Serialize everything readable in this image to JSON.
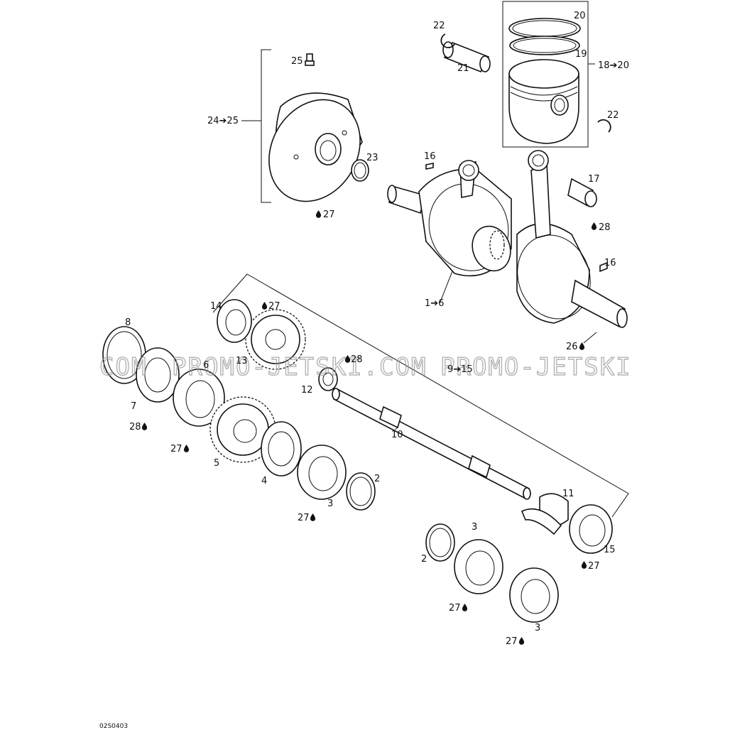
{
  "diagram_code": "02S0403",
  "watermark": {
    "left": "COM",
    "middle": "PROMO-JETSKI.COM",
    "right": "PROMO-JETSKI"
  },
  "callouts": {
    "c1_6": "1➔6",
    "c2_a": "2",
    "c2_b": "2",
    "c3_a": "3",
    "c3_b": "3",
    "c3_c": "3",
    "c4": "4",
    "c5_a": "5",
    "c5_b": "6",
    "c7": "7",
    "c8": "8",
    "c9_15": "9➔15",
    "c10": "10",
    "c11": "11",
    "c12": "12",
    "c13": "13",
    "c14": "14",
    "c15": "15",
    "c16_a": "16",
    "c16_b": "16",
    "c17": "17",
    "c18_20": "18➔20",
    "c19": "19",
    "c20": "20",
    "c21": "21",
    "c22_a": "22",
    "c22_b": "22",
    "c23": "23",
    "c24_25": "24➔25",
    "c25": "25",
    "c26": "26",
    "c27_a": "27",
    "c27_b": "27",
    "c27_c": "27",
    "c27_d": "27",
    "c27_e": "27",
    "c27_f": "27",
    "c27_g": "27",
    "c28_a": "28",
    "c28_b": "28",
    "c28_c": "28"
  },
  "icons": {
    "lubricant": "oil-drop-icon"
  }
}
